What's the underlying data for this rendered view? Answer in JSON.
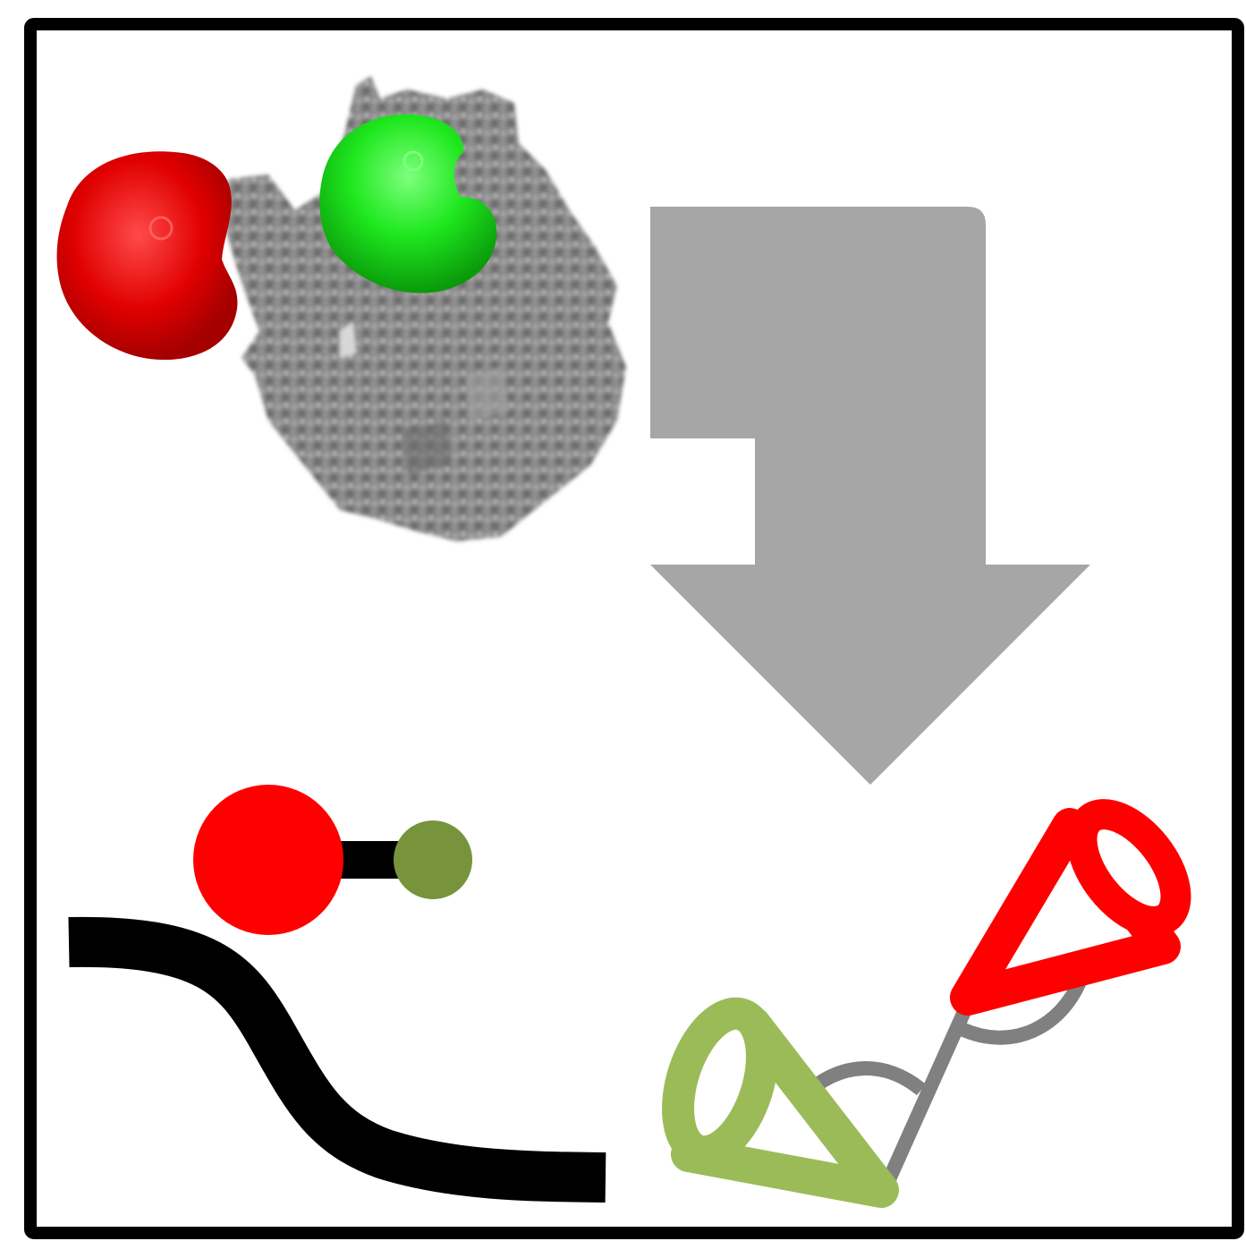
{
  "colors": {
    "frame": "#000000",
    "background": "#ffffff",
    "arrow": "#a6a6a6",
    "protein_body": "#7f7f7f",
    "protein_highlight": "#c8c8c8",
    "domain_red": "#ff0000",
    "domain_green": "#00e600",
    "schematic_red": "#ff0000",
    "schematic_olive": "#77933c",
    "cone_green": "#9bbb59",
    "linker_gray": "#808080",
    "chain_black": "#000000"
  },
  "panels": {
    "structure": {
      "icon": "protein-surface-rendering",
      "domains": [
        "red-domain",
        "green-domain"
      ]
    },
    "transition": {
      "icon": "down-arrow"
    },
    "ball_and_stick": {
      "icon": "ball-and-stick-model",
      "components": [
        "large-red-sphere",
        "connector-bar",
        "small-olive-sphere",
        "backbone-curve"
      ]
    },
    "cone_model": {
      "icon": "orientation-cone-model",
      "components": [
        "red-cone",
        "green-cone",
        "gray-linker",
        "angle-arc"
      ]
    }
  }
}
